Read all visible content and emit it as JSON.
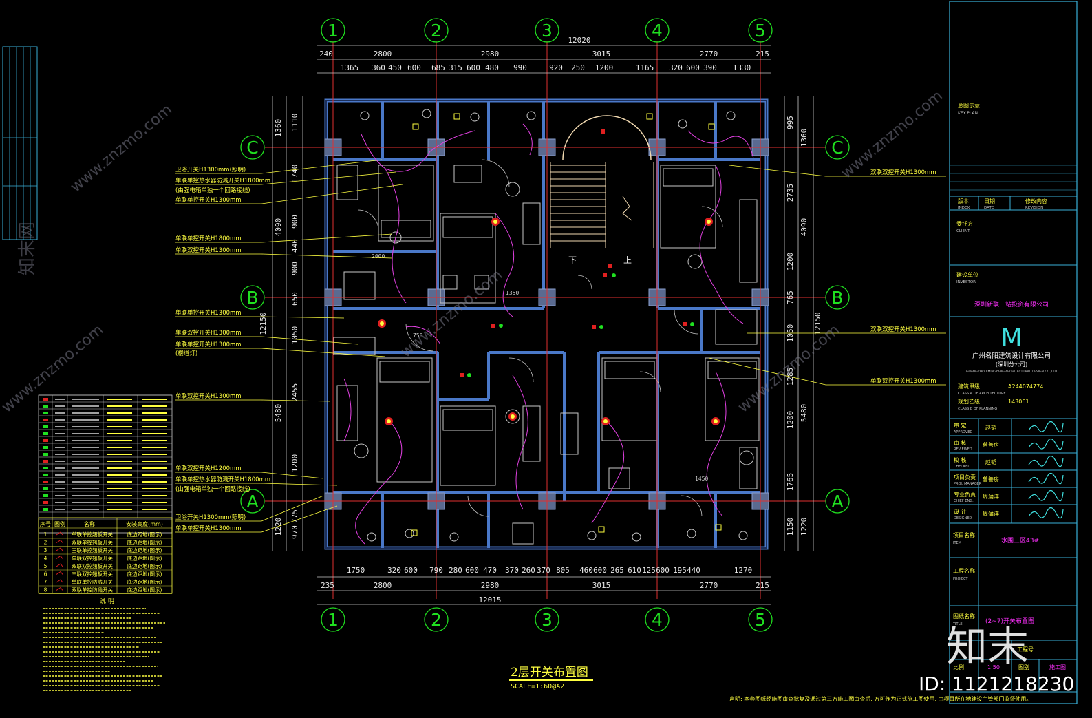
{
  "colors": {
    "background": "#000000",
    "wall": "#4a78c8",
    "wall_fill": "#1c2f5a",
    "axis": "#e03030",
    "dim": "#c8c8c8",
    "grid_circle": "#20e020",
    "label_yellow": "#ffff40",
    "wire": "#e040e0",
    "stair": "#f0d8b0",
    "frame": "#3ab0d8",
    "magenta": "#ff30ff",
    "cyan": "#40e0e0",
    "watermark": "#9090a0"
  },
  "axes": {
    "columns": [
      "1",
      "2",
      "3",
      "4",
      "5"
    ],
    "rows": [
      "C",
      "B",
      "A"
    ]
  },
  "dims": {
    "top_total": "12020",
    "top_spans": [
      "240",
      "2800",
      "2980",
      "3015",
      "2770",
      "215"
    ],
    "top_detail": [
      "1365",
      "360",
      "450",
      "600",
      "685",
      "315",
      "600",
      "480",
      "990",
      "920",
      "250",
      "1200",
      "1165",
      "320",
      "600",
      "390",
      "1330"
    ],
    "bottom_detail": [
      "1750",
      "320",
      "600",
      "790",
      "280",
      "600",
      "470",
      "370",
      "260",
      "370",
      "805",
      "460",
      "600",
      "265",
      "610",
      "125",
      "600",
      "195",
      "440",
      "1270"
    ],
    "bottom_spans": [
      "235",
      "2800",
      "2980",
      "3015",
      "2770",
      "215"
    ],
    "bottom_total": "12015",
    "left_total": "12150",
    "right_total": "12150",
    "left_outer": [
      "1360",
      "4090",
      "5480"
    ],
    "left_inner": [
      "1110",
      "1740",
      "900",
      "440",
      "900",
      "650",
      "1050",
      "2455",
      "1200",
      "775",
      "970"
    ],
    "left_outer_bottom": "1220",
    "right_outer": [
      "1360",
      "4090",
      "5480"
    ],
    "right_inner": [
      "995",
      "2735",
      "1200",
      "765",
      "1050",
      "1285",
      "1200",
      "1765"
    ],
    "right_outer_bottom": "1220",
    "right_extra": "1150"
  },
  "left_labels": [
    "卫浴开关H1300mm(照明)",
    "单联单控热水器防溅开关H1800mm",
    "(由强电箱单独一个回路接线)",
    "单联单控开关H1300mm",
    "单联单控开关H1800mm",
    "单联双控开关H1300mm",
    "单联单控开关H1300mm",
    "单联双控开关H1300mm",
    "单联单控开关H1300mm",
    "(楼道灯)",
    "单联双控开关H1300mm",
    "单联双控开关H1200mm",
    "单联单控热水器防溅开关H1800mm",
    "(由强电箱单独一个回路接线)",
    "卫浴开关H1300mm(照明)",
    "单联单控开关H1300mm"
  ],
  "right_labels": [
    "双联双控开关H1300mm",
    "双联双控开关H1300mm",
    "单联双控开关H1300mm"
  ],
  "stair": {
    "down": "下",
    "up": "上"
  },
  "room_dims": [
    "1350",
    "750",
    "2000",
    "1450"
  ],
  "legend_table": {
    "headers": [
      "序号",
      "图例",
      "名称",
      "安装高度(mm)"
    ],
    "rows": [
      [
        "1",
        "单联单控翘板开关",
        "底边距地(图示)"
      ],
      [
        "2",
        "双联单控翘板开关",
        "底边距地(图示)"
      ],
      [
        "3",
        "三联单控翘板开关",
        "底边距地(图示)"
      ],
      [
        "4",
        "单联双控翘板开关",
        "底边距地(图示)"
      ],
      [
        "5",
        "双联双控翘板开关",
        "底边距地(图示)"
      ],
      [
        "6",
        "三联双控翘板开关",
        "底边距地(图示)"
      ],
      [
        "7",
        "单联单控防溅开关",
        "底边距地(图示)"
      ],
      [
        "8",
        "双联单控防溅开关",
        "底边距地(图示)"
      ]
    ]
  },
  "notes_title": "说 明",
  "drawing_title": "2层开关布置图",
  "scale": "SCALE=1:60@A2",
  "title_block": {
    "key_plan": "总图示意",
    "key_plan_en": "KEY PLAN",
    "rev_headers": [
      "版本",
      "日期",
      "修改内容"
    ],
    "rev_headers_en": [
      "INDEX",
      "DATE",
      "REVISION"
    ],
    "client": "委托方",
    "client_en": "CLIENT",
    "investor": "建设单位",
    "investor_en": "INVESTOR",
    "investor_name": "深圳新联一站投资有限公司",
    "logo": "M",
    "company": "广州名阳建筑设计有限公司",
    "company_sub": "(深圳分公司)",
    "company_en": "GUANGZHOU MINGYANG ARCHITECTURAL DESIGN CO.,LTD",
    "cert1_label": "建筑甲级",
    "cert1_en": "CLASS A OF ARCHITECTURE",
    "cert1": "A244074774",
    "cert2_label": "规划乙级",
    "cert2_en": "CLASS B OF PLANNING",
    "cert2": "143061",
    "staff": [
      {
        "role": "审 定",
        "en": "APPROVED",
        "name": "赵韬"
      },
      {
        "role": "审 核",
        "en": "REVIEWED",
        "name": "曾善房"
      },
      {
        "role": "校 核",
        "en": "CHECKED",
        "name": "赵韬"
      },
      {
        "role": "项目负责",
        "en": "PROJ. MANAGER",
        "name": "曾善房"
      },
      {
        "role": "专业负责",
        "en": "CHIEF ENG.",
        "name": "周蒲洋"
      },
      {
        "role": "设 计",
        "en": "DESIGNED",
        "name": "周蒲洋"
      }
    ],
    "item_label": "项目名称",
    "item_en": "ITEM",
    "item": "水围三区43#",
    "project_label": "工程名称",
    "project_en": "PROJECT",
    "sheet_label": "图纸名称",
    "sheet_en": "TITLE",
    "sheet": "(2~7)开关布置图",
    "sheet_no_label": "工程号",
    "ratio_label": "比例",
    "ratio": "1:50",
    "type_label": "图别",
    "type": "施工图",
    "footer": "声明: 本套图纸经施图审查批复及通过第三方施工图审查后, 方可作为正式施工图使用, 由项目所在地建设主管部门监督使用。"
  },
  "watermarks": [
    "www.znzmo.com",
    "www.znzmo.com",
    "www.znzmo.com",
    "www.znzmo.com",
    "www.znzmo.com"
  ],
  "brand": "知末",
  "id_text": "ID: 1121218230",
  "side_brand": "知末网"
}
